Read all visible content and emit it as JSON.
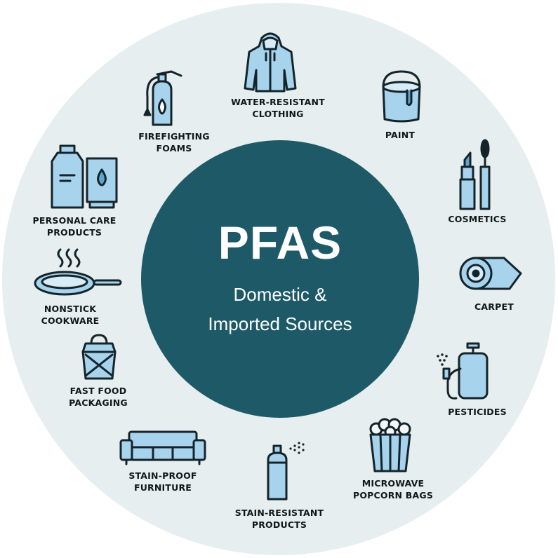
{
  "center": {
    "title": "PFAS",
    "subtitle_line1": "Domestic &",
    "subtitle_line2": "Imported Sources"
  },
  "sources": [
    {
      "icon": "jacket-icon",
      "line1": "WATER-RESISTANT",
      "line2": "CLOTHING"
    },
    {
      "icon": "paint-bucket-icon",
      "line1": "PAINT",
      "line2": ""
    },
    {
      "icon": "cosmetics-icon",
      "line1": "COSMETICS",
      "line2": ""
    },
    {
      "icon": "carpet-roll-icon",
      "line1": "CARPET",
      "line2": ""
    },
    {
      "icon": "sprayer-icon",
      "line1": "PESTICIDES",
      "line2": ""
    },
    {
      "icon": "popcorn-icon",
      "line1": "MICROWAVE",
      "line2": "POPCORN BAGS"
    },
    {
      "icon": "spray-can-icon",
      "line1": "STAIN-RESISTANT",
      "line2": "PRODUCTS"
    },
    {
      "icon": "sofa-icon",
      "line1": "STAIN-PROOF",
      "line2": "FURNITURE"
    },
    {
      "icon": "takeout-box-icon",
      "line1": "FAST FOOD",
      "line2": "PACKAGING"
    },
    {
      "icon": "frying-pan-icon",
      "line1": "NONSTICK",
      "line2": "COOKWARE"
    },
    {
      "icon": "bottles-icon",
      "line1": "PERSONAL CARE",
      "line2": "PRODUCTS"
    },
    {
      "icon": "fire-extinguisher-icon",
      "line1": "FIREFIGHTING",
      "line2": "FOAMS"
    }
  ],
  "colors": {
    "outer_ring": "#e6eeef",
    "center_circle": "#1d5967",
    "icon_fill": "#a7d3ed",
    "icon_stroke": "#15242b",
    "label_text": "#10181c"
  }
}
